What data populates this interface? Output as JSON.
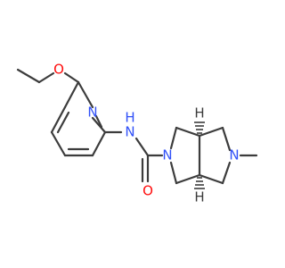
{
  "atoms": {
    "o_ether": {
      "text": "O"
    },
    "n_pyridine": {
      "text": "N"
    },
    "n_amide_n": {
      "text": "N"
    },
    "h_amide_h": {
      "text": "H"
    },
    "n_ring_left": {
      "text": "N"
    },
    "n_ring_right": {
      "text": "N"
    },
    "o_carbonyl": {
      "text": "O"
    },
    "h_top": {
      "text": "H"
    },
    "h_bottom": {
      "text": "H"
    }
  },
  "colors": {
    "bond": "#3c3c3c",
    "oxygen": "#ff0d0d",
    "nitrogen": "#3050f8",
    "carbon": "#3c3c3c"
  }
}
